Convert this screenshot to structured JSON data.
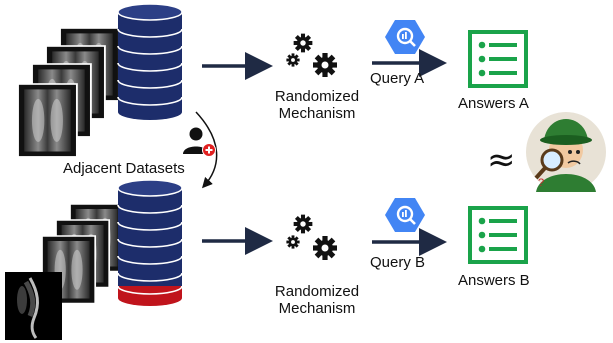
{
  "diagram": {
    "adjacent_label": "Adjacent Datasets",
    "approx_symbol": "≈",
    "top_row": {
      "mechanism_line1": "Randomized",
      "mechanism_line2": "Mechanism",
      "query_label": "Query A",
      "answers_label": "Answers A"
    },
    "bottom_row": {
      "mechanism_line1": "Randomized",
      "mechanism_line2": "Mechanism",
      "query_label": "Query B",
      "answers_label": "Answers B"
    }
  },
  "colors": {
    "database_navy": "#1d2d6b",
    "database_removed_record": "#c0141c",
    "arrow_navy": "#1f2a44",
    "query_blue": "#4285f4",
    "answers_green": "#1aa34a",
    "add_badge_red": "#e02020"
  },
  "icons": [
    "xray-stack-icon",
    "database-icon",
    "gears-icon",
    "query-icon",
    "answers-list-icon",
    "add-person-icon",
    "detective-icon",
    "spine-mri-icon"
  ]
}
